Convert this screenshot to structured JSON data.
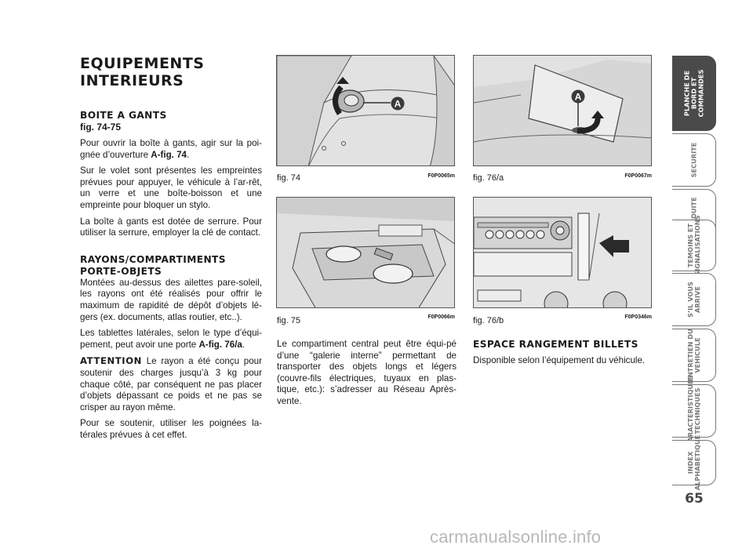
{
  "left": {
    "title_line1": "EQUIPEMENTS",
    "title_line2": "INTERIEURS",
    "glovebox": {
      "heading": "BOITE A GANTS",
      "ref": "fig. 74-75",
      "p1_pre": "Pour ouvrir la boîte à gants, agir sur la poi-gnée d’ouverture ",
      "p1_bold": "A-fig. 74",
      "p1_post": ".",
      "p2": "Sur le volet sont présentes les empreintes prévues pour appuyer, le véhicule à l’ar-rêt, un verre et une boîte-boisson et une empreinte pour bloquer un stylo.",
      "p3": "La boîte à gants est dotée de serrure. Pour utiliser la serrure, employer la clé de contact."
    },
    "shelves": {
      "heading_line1": "RAYONS/COMPARTIMENTS",
      "heading_line2": "PORTE-OBJETS",
      "p1": "Montées au-dessus des ailettes pare-soleil, les rayons ont été réalisés pour offrir le maximum de rapidité de dépôt d’objets lé-gers (ex. documents, atlas routier, etc..).",
      "p2_pre": "Les tablettes latérales, selon le type d’équi-pement, peut avoir une porte ",
      "p2_bold": "A-fig. 76/a",
      "p2_post": ".",
      "attention_word": "ATTENTION",
      "attention_text": " Le rayon a été conçu pour soutenir des charges jusqu’à 3 kg pour chaque côté, par conséquent ne pas placer d’objets dépassant ce poids et ne pas se crisper au rayon même.",
      "p4": "Pour se soutenir, utiliser les poignées la-térales prévues à cet effet."
    }
  },
  "figures": {
    "fig74": {
      "caption": "fig. 74",
      "code": "F0P0065m",
      "marker": "A"
    },
    "fig75": {
      "caption": "fig. 75",
      "code": "F0P0066m"
    },
    "fig76a": {
      "caption": "fig. 76/a",
      "code": "F0P0067m",
      "marker": "A"
    },
    "fig76b": {
      "caption": "fig. 76/b",
      "code": "F0P0346m"
    }
  },
  "middle": {
    "text": "Le compartiment central peut être équi-pé d’une “galerie interne” permettant de transporter des objets longs et légers (couvre-fils électriques, tuyaux en plas-tique, etc.): s’adresser au Réseau Après-vente."
  },
  "right": {
    "heading": "ESPACE RANGEMENT BILLETS",
    "text": "Disponible selon l’équipement du véhicule."
  },
  "tabs": [
    {
      "line1": "PLANCHE DE",
      "line2": "BORD ET",
      "line3": "COMMANDES"
    },
    {
      "line1": "SECURITE"
    },
    {
      "line1": "CONDUITE"
    },
    {
      "line1": "TEMOINS ET",
      "line2": "SIGNALISATIONS"
    },
    {
      "line1": "S’IL VOUS",
      "line2": "ARRIVE"
    },
    {
      "line1": "ENTRETIEN DU",
      "line2": "VEHICULE"
    },
    {
      "line1": "CARACTERISTIQUES",
      "line2": "TECHNIQUES"
    },
    {
      "line1": "INDEX",
      "line2": "ALPHABETIQUE"
    }
  ],
  "page_number": "65",
  "watermark": "carmanualsonline.info",
  "colors": {
    "text": "#1a1a1a",
    "tab_active": "#4a4a4a",
    "tab_border": "#777777",
    "figure_bg": "#e4e4e4",
    "marker": "#3a3a3a"
  }
}
